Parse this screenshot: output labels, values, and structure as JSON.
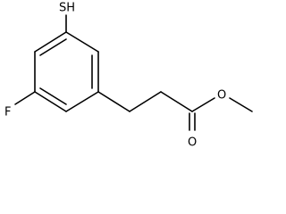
{
  "molecule": {
    "atoms": {
      "thiol": "SH",
      "fluorine": "F",
      "carbonyl_oxygen": "O",
      "ester_oxygen": "O"
    }
  }
}
